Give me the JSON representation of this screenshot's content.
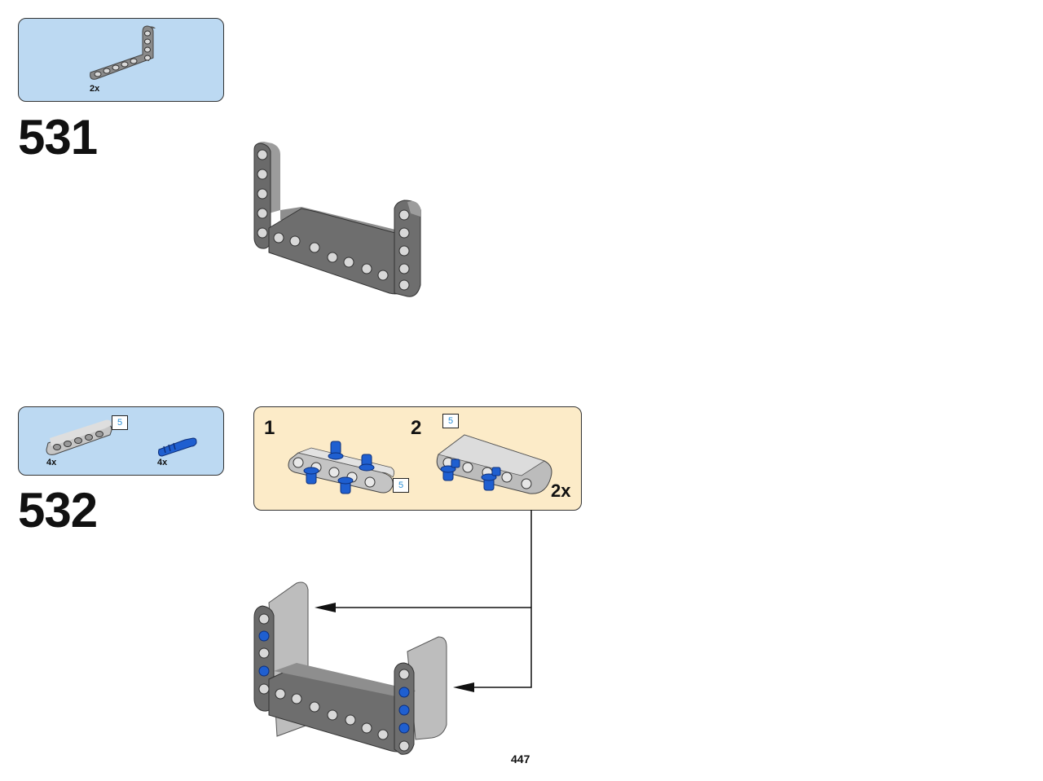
{
  "page": {
    "number": "447"
  },
  "steps": [
    {
      "number": "531",
      "parts": [
        {
          "name": "L-beam",
          "quantity": "2x"
        }
      ]
    },
    {
      "number": "532",
      "parts": [
        {
          "name": "beam-5",
          "quantity": "4x",
          "length_badge": "5"
        },
        {
          "name": "blue-pin",
          "quantity": "4x"
        }
      ],
      "subassembly": {
        "steps": [
          {
            "number": "1",
            "length_badge": "5"
          },
          {
            "number": "2",
            "length_badge": "5",
            "multiplier": "2x"
          }
        ]
      }
    }
  ],
  "colors": {
    "parts_box": "#bcd9f2",
    "subassembly_box": "#fcebc8",
    "beam_dark": "#6e6e6e",
    "beam_light": "#a9a9a9",
    "pin_blue": "#1f5fd0"
  }
}
